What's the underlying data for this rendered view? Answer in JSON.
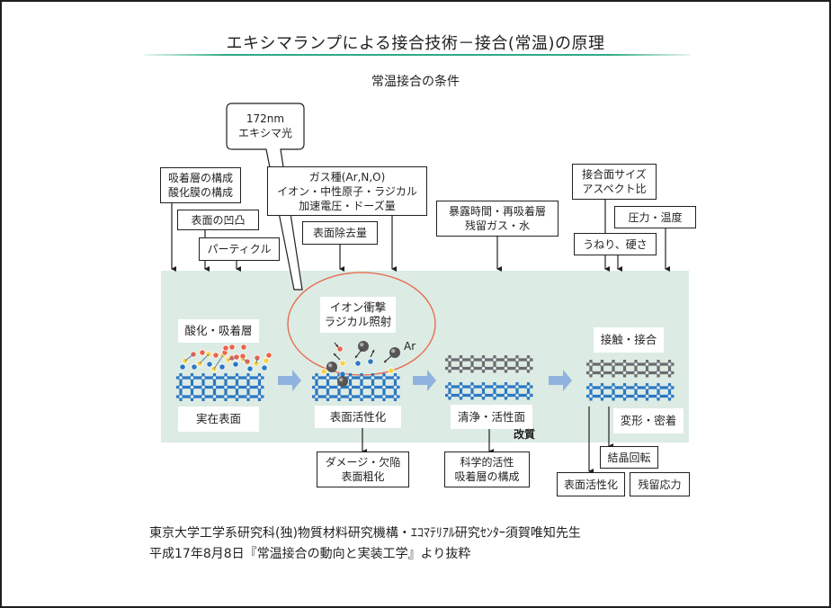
{
  "header": {
    "title": "エキシマランプによる接合技術－接合(常温)の原理",
    "subtitle": "常温接合の条件"
  },
  "callout": {
    "line1": "172nm",
    "line2": "エキシマ光"
  },
  "conditions": {
    "adsorption": [
      "吸着層の構成",
      "酸化膜の構成"
    ],
    "roughness": "表面の凹凸",
    "particle": "パーティクル",
    "gas": [
      "ガス種(Ar,N,O)",
      "イオン・中性原子・ラジカル",
      "加速電圧・ドーズ量"
    ],
    "removal": "表面除去量",
    "exposure": [
      "暴露時間・再吸着層",
      "残留ガス・水"
    ],
    "size": [
      "接合面サイズ",
      "アスペクト比"
    ],
    "pressure": "圧力・温度",
    "waviness": "うねり、硬さ"
  },
  "stages": [
    {
      "top_label": "酸化・吸着層",
      "bottom_label": "実在表面"
    },
    {
      "top_label": [
        "イオン衝撃",
        "ラジカル照射"
      ],
      "bottom_label": "表面活性化",
      "atom_label": "Ar"
    },
    {
      "bottom_label": "清浄・活性面",
      "note": "改質"
    },
    {
      "top_label": "接触・接合",
      "side_label": "変形・密着"
    }
  ],
  "outcomes": {
    "damage": [
      "ダメージ・欠陥",
      "表面粗化"
    ],
    "chemical": [
      "科学的活性",
      "吸着層の構成"
    ],
    "crystal": "結晶回転",
    "activation": "表面活性化",
    "residual": "残留応力"
  },
  "colors": {
    "panel": "#dcebe3",
    "rule": "#2eaa86",
    "lattice_blue": "#2a78c2",
    "lattice_gray": "#6b6b6b",
    "oxygen_red": "#e8654a",
    "adsorbate_yellow": "#f5d24a",
    "arrow_blue": "#8fb3de",
    "ellipse_red": "#e8654a"
  },
  "footer": {
    "line1": "東京大学工学系研究科(独)物質材料研究機構・ｴｺﾏﾃﾘｱﾙ研究ｾﾝﾀｰ須賀唯知先生",
    "line2": "平成17年8月8日『常温接合の動向と実装工学』より抜粋"
  }
}
